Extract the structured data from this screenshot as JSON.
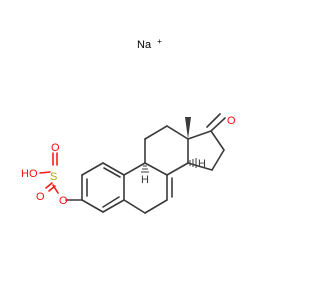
{
  "molecule": {
    "counterion": {
      "symbol": "Na",
      "charge": "+"
    },
    "atoms": {
      "ketone_oxygen": "O",
      "hydroxyl": "HO",
      "sulfur": "S",
      "sulfonyl_oxygen_top": "O",
      "sulfonyl_oxygen_bottom": "O",
      "ester_oxygen": "O",
      "h9": "H",
      "h14": "H"
    },
    "colors": {
      "oxygen": "#ff0d0d",
      "sulfur": "#b8a600",
      "carbon": "#3a3a3a",
      "sodium": "#000000"
    }
  }
}
